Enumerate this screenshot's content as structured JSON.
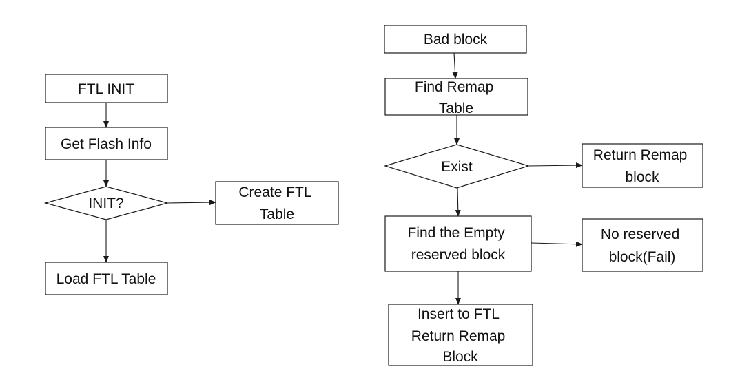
{
  "diagram": {
    "ftl_init": {
      "start": "FTL INIT",
      "get_flash_info": "Get Flash Info",
      "init_decision": "INIT?",
      "create_table": [
        "Create FTL",
        "Table"
      ],
      "load_table": "Load FTL Table"
    },
    "bad_block": {
      "start": "Bad block",
      "find_remap": [
        "Find Remap",
        "Table"
      ],
      "exist_decision": "Exist",
      "return_remap": [
        "Return Remap",
        "block"
      ],
      "find_empty": [
        "Find the Empty",
        "reserved block"
      ],
      "no_reserved": [
        "No reserved",
        "block(Fail)"
      ],
      "insert_ftl": [
        "Insert to FTL",
        "Return Remap",
        "Block"
      ]
    }
  }
}
